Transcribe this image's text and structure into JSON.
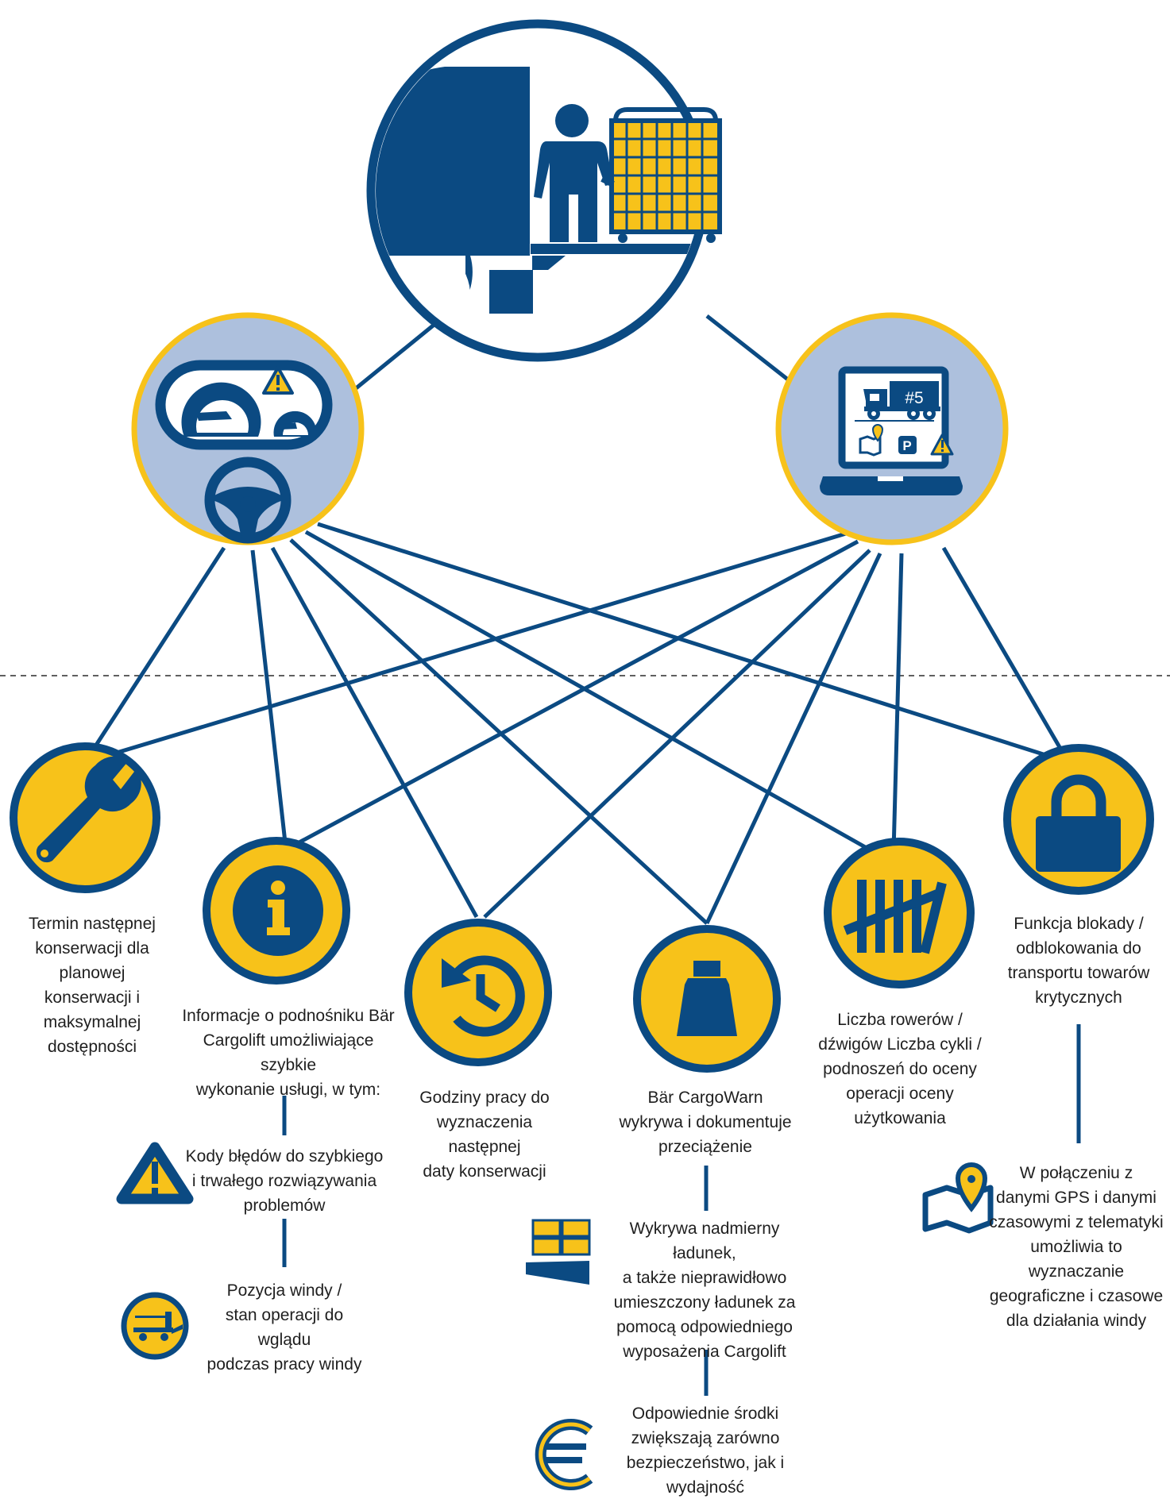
{
  "colors": {
    "navy": "#0b4a82",
    "yellow": "#f7c21a",
    "light_blue": "#adc0dd",
    "white": "#ffffff",
    "text": "#1f1f1f"
  },
  "top": {
    "icon": "truck-tail-lift-icon"
  },
  "sources": [
    {
      "id": "driver",
      "icon": "dashboard-steering-wheel-icon"
    },
    {
      "id": "telematics",
      "icon": "laptop-telematics-icon",
      "screen_text": "#5"
    }
  ],
  "features": [
    {
      "id": "maintenance",
      "icon": "wrench-icon",
      "label": "Termin następnej\nkonserwacji dla planowej\nkonserwacji i maksymalnej\ndostępności"
    },
    {
      "id": "info",
      "icon": "info-icon",
      "label": "Informacje o podnośniku Bär\nCargolift umożliwiające szybkie\nwykonanie usługi, w tym:"
    },
    {
      "id": "hours",
      "icon": "history-clock-icon",
      "label": "Godziny pracy do\nwyznaczenia następnej\ndaty konserwacji"
    },
    {
      "id": "cargowarn",
      "icon": "weight-icon",
      "label": "Bär CargoWarn\nwykrywa i dokumentuje\nprzeciążenie"
    },
    {
      "id": "cycles",
      "icon": "tally-icon",
      "label": "Liczba rowerów /\ndźwigów Liczba cykli /\npodnoszeń do oceny\noperacji oceny\nużytkowania"
    },
    {
      "id": "lock",
      "icon": "padlock-icon",
      "label": "Funkcja blokady /\nodblokowania do\ntransportu towarów\nkrytycznych"
    }
  ],
  "details": [
    {
      "id": "error-codes",
      "icon": "warning-icon",
      "label": "Kody błędów do szybkiego\ni trwałego rozwiązywania\nproblemów"
    },
    {
      "id": "lift-position",
      "icon": "lift-trailer-icon",
      "label": "Pozycja windy /\nstan operacji do wglądu\npodczas pracy windy"
    },
    {
      "id": "overload",
      "icon": "load-grid-icon",
      "label": "Wykrywa nadmierny ładunek,\na także nieprawidłowo\numieszczony ładunek za\npomocą odpowiedniego\nwyposażenia Cargolift"
    },
    {
      "id": "efficiency",
      "icon": "euro-icon",
      "label": "Odpowiednie środki\nzwiększają zarówno\nbezpieczeństwo, jak i\nwydajność"
    },
    {
      "id": "gps",
      "icon": "map-pin-icon",
      "label": "W połączeniu z\ndanymi GPS i danymi\nczasowymi z telematyki\numożliwia to wyznaczanie\ngeograficzne i czasowe\ndla działania windy"
    }
  ]
}
